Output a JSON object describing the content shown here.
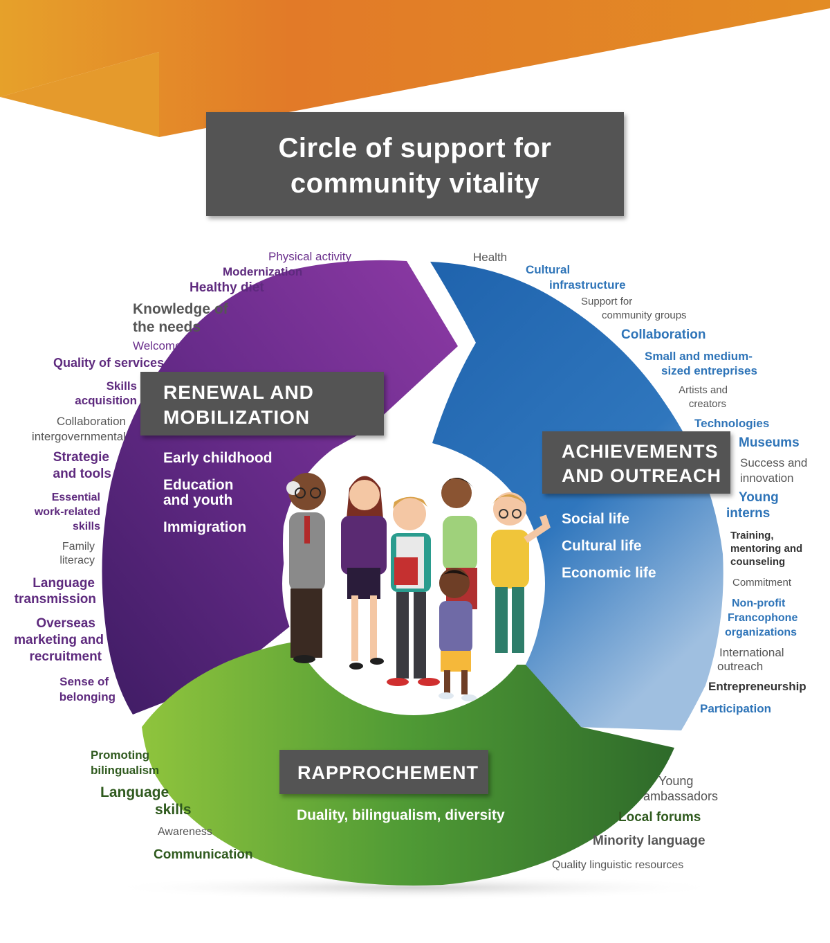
{
  "title": {
    "line1": "Circle of support for",
    "line2": "community vitality"
  },
  "colors": {
    "orange": "#e07f2a",
    "purple": "#6c2e8f",
    "blue": "#2e74b8",
    "green": "#4f9a35",
    "title_box": "#545454"
  },
  "sections": {
    "renewal": {
      "heading_line1": "RENEWAL AND",
      "heading_line2": "MOBILIZATION",
      "items": [
        "Early childhood",
        "Education",
        "and youth",
        "Immigration"
      ],
      "labels": {
        "physical_activity": "Physical activity",
        "modernization": "Modernization",
        "healthy_diet": "Healthy diet",
        "knowledge_1": "Knowledge of",
        "knowledge_2": "the needs",
        "welcome": "Welcome",
        "quality": "Quality of services",
        "skills_1": "Skills",
        "skills_2": "acquisition",
        "collab_1": "Collaboration",
        "collab_2": "intergovernmental",
        "strategie_1": "Strategie",
        "strategie_2": "and tools",
        "essential_1": "Essential",
        "essential_2": "work-related",
        "essential_3": "skills",
        "family_1": "Family",
        "family_2": "literacy",
        "language_1": "Language",
        "language_2": "transmission",
        "overseas_1": "Overseas",
        "overseas_2": "marketing and",
        "overseas_3": "recruitment",
        "sense_1": "Sense of",
        "sense_2": "belonging"
      }
    },
    "achievements": {
      "heading_line1": "ACHIEVEMENTS",
      "heading_line2": "AND OUTREACH",
      "items": [
        "Social life",
        "Cultural life",
        "Economic life"
      ],
      "labels": {
        "health": "Health",
        "cultural_1": "Cultural",
        "cultural_2": "infrastructure",
        "support_1": "Support for",
        "support_2": "community groups",
        "collaboration": "Collaboration",
        "sme_1": "Small and medium-",
        "sme_2": "sized entreprises",
        "artists_1": "Artists and",
        "artists_2": "creators",
        "technologies": "Technologies",
        "museums": "Museums",
        "success_1": "Success and",
        "success_2": "innovation",
        "young_1": "Young",
        "young_2": "interns",
        "training_1": "Training,",
        "training_2": "mentoring and",
        "training_3": "counseling",
        "commitment": "Commitment",
        "nonprofit_1": "Non-profit",
        "nonprofit_2": "Francophone",
        "nonprofit_3": "organizations",
        "intl_1": "International",
        "intl_2": "outreach",
        "entrepreneurship": "Entrepreneurship",
        "participation": "Participation"
      }
    },
    "rapprochement": {
      "heading": "RAPPROCHEMENT",
      "item": "Duality, bilingualism, diversity",
      "labels": {
        "promoting_1": "Promoting",
        "promoting_2": "bilingualism",
        "langskills_1": "Language",
        "langskills_2": "skills",
        "awareness": "Awareness",
        "communication": "Communication",
        "ambassadors_1": "Young",
        "ambassadors_2": "ambassadors",
        "forums": "Local forums",
        "minority": "Minority language",
        "quality_res": "Quality linguistic resources"
      }
    }
  }
}
